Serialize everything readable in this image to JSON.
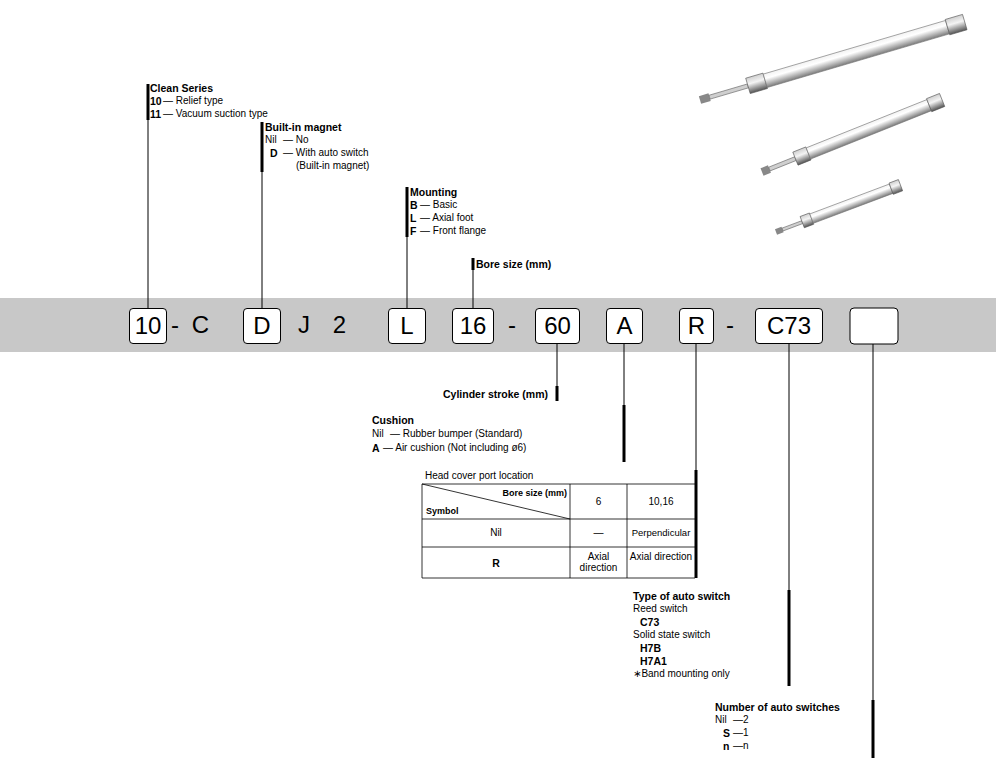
{
  "diagram": {
    "nodes": [
      {
        "text": [
          "- C",
          "J 2",
          "-",
          "-"
        ]
      },
      {
        "text": [
          "10"
        ],
        "in": 0
      },
      {
        "text": [
          "D"
        ],
        "in": 0
      },
      {
        "text": [
          "L"
        ],
        "in": 0
      },
      {
        "text": [
          "16"
        ],
        "in": 0
      },
      {
        "text": [
          "60"
        ],
        "in": 0
      },
      {
        "text": [
          "A"
        ],
        "in": 0
      },
      {
        "text": [
          "R"
        ],
        "in": 0
      },
      {
        "text": [
          "C73"
        ],
        "in": 0
      }
    ],
    "labels": [
      "Clean Series",
      "10",
      "— Relief type",
      "11",
      "— Vacuum suction type",
      "Built-in magnet",
      "Nil",
      "— No",
      "D",
      "— With auto switch",
      "(Built-in magnet)",
      "Mounting",
      "B",
      "— Basic",
      "L",
      "— Axial foot",
      "F",
      "— Front flange",
      "Bore size (mm)",
      "Cylinder stroke (mm)",
      "Cushion",
      "Nil",
      "— Rubber bumper (Standard)",
      "A",
      "— Air cushion (Not including ø6)",
      "Head cover port location",
      "Bore size (mm)",
      "Symbol",
      "6",
      "10,16",
      "Nil",
      "—",
      "Perpendicular",
      "R",
      "Axial direction",
      "Axial direction",
      "Type of auto switch",
      "Reed switch",
      "C73",
      "Solid state switch",
      "H7B",
      "H7A1",
      "∗Band mounting only",
      "Number of auto switches",
      "Nil",
      "—2",
      "S",
      "—1",
      "n",
      "—n"
    ]
  }
}
